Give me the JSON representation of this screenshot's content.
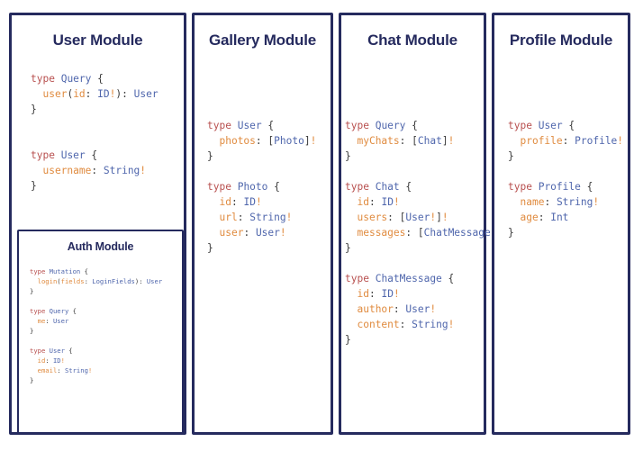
{
  "diagram": {
    "background_color": "#ffffff",
    "panel_border_color": "#252a5e",
    "title_color": "#252a5e",
    "syntax_colors": {
      "keyword": "#b8504f",
      "type": "#4f66ac",
      "field": "#e08b3f",
      "punctuation": "#3b3b3b",
      "bang": "#e08b3f"
    }
  },
  "panels": {
    "user": {
      "title": "User Module",
      "code_lines": [
        "type Query {",
        "  user(id: ID!): User",
        "}",
        "",
        "",
        "type User {",
        "  username: String!",
        "}"
      ]
    },
    "auth": {
      "title": "Auth Module",
      "code_lines": [
        "type Mutation {",
        "  login(fields: LoginFields): User",
        "}",
        "",
        "type Query {",
        "  me: User",
        "}",
        "",
        "type User {",
        "  id: ID!",
        "  email: String!",
        "}"
      ]
    },
    "gallery": {
      "title": "Gallery Module",
      "code_lines": [
        "type User {",
        "  photos: [Photo]!",
        "}",
        "",
        "type Photo {",
        "  id: ID!",
        "  url: String!",
        "  user: User!",
        "}"
      ]
    },
    "chat": {
      "title": "Chat Module",
      "code_lines": [
        "type Query {",
        "  myChats: [Chat]!",
        "}",
        "",
        "type Chat {",
        "  id: ID!",
        "  users: [User!]!",
        "  messages: [ChatMessage]!",
        "}",
        "",
        "type ChatMessage {",
        "  id: ID!",
        "  author: User!",
        "  content: String!",
        "}"
      ]
    },
    "profile": {
      "title": "Profile Module",
      "code_lines": [
        "type User {",
        "  profile: Profile!",
        "}",
        "",
        "type Profile {",
        "  name: String!",
        "  age: Int",
        "}"
      ]
    }
  }
}
